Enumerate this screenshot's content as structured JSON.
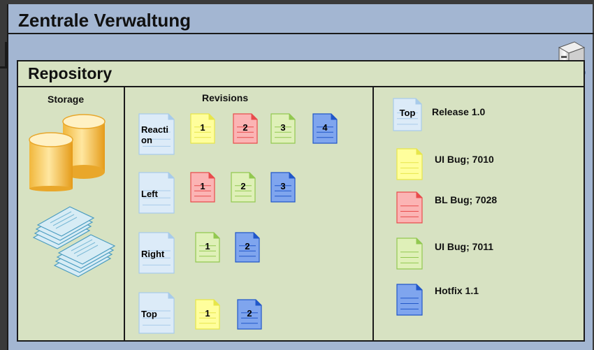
{
  "outer": {
    "title": "Zentrale Verwaltung"
  },
  "repository": {
    "title": "Repository"
  },
  "storage": {
    "label": "Storage"
  },
  "revisions": {
    "label": "Revisions",
    "rows": [
      {
        "name": "Reaction",
        "items": [
          {
            "n": "1",
            "color": "yellow"
          },
          {
            "n": "2",
            "color": "red"
          },
          {
            "n": "3",
            "color": "green"
          },
          {
            "n": "4",
            "color": "blue"
          }
        ]
      },
      {
        "name": "Left",
        "items": [
          {
            "n": "1",
            "color": "red"
          },
          {
            "n": "2",
            "color": "green"
          },
          {
            "n": "3",
            "color": "blue"
          }
        ]
      },
      {
        "name": "Right",
        "items": [
          {
            "n": "1",
            "color": "green"
          },
          {
            "n": "2",
            "color": "blue"
          }
        ]
      },
      {
        "name": "Top",
        "items": [
          {
            "n": "1",
            "color": "yellow"
          },
          {
            "n": "2",
            "color": "blue"
          }
        ]
      }
    ]
  },
  "legend": [
    {
      "doc_text": "Top",
      "color": "lightblue",
      "label": "Release 1.0"
    },
    {
      "doc_text": "",
      "color": "yellow",
      "label": "UI Bug; 7010"
    },
    {
      "doc_text": "",
      "color": "red",
      "label": "BL Bug; 7028"
    },
    {
      "doc_text": "",
      "color": "green",
      "label": "UI Bug; 7011"
    },
    {
      "doc_text": "",
      "color": "blue",
      "label": "Hotfix 1.1"
    }
  ],
  "icons": {
    "server": "server-globe-icon",
    "database": "database-icon",
    "paper_stack": "paper-stack-icon"
  },
  "colors": {
    "yellow": [
      "#fffe9c",
      "#e7e64a"
    ],
    "red": [
      "#fbb4b4",
      "#e84c4c"
    ],
    "green": [
      "#dff0b8",
      "#92c850"
    ],
    "blue": [
      "#7fa5ee",
      "#2157c9"
    ],
    "lightblue": [
      "#dcebf8",
      "#a8cbea"
    ]
  }
}
